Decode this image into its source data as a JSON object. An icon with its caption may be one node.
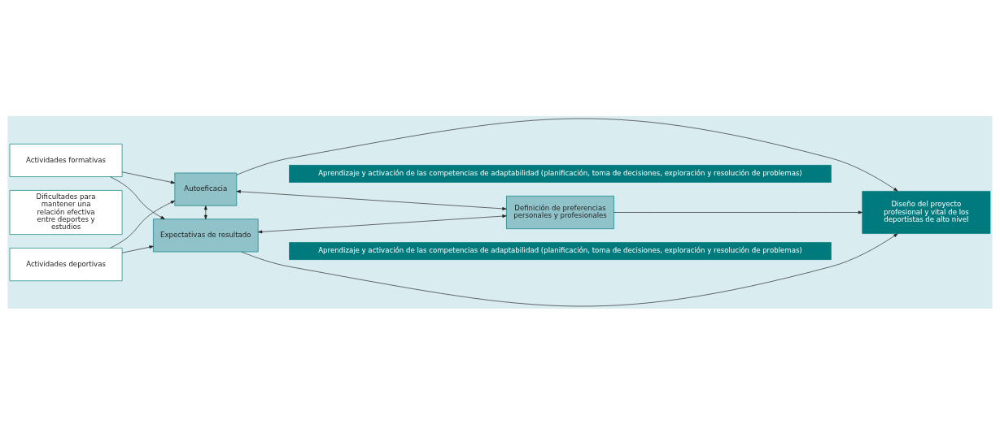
{
  "diagram": {
    "nodes": [
      {
        "text": [
          "Aprendizaje y activación de las competencias de adaptabilidad (planificación, toma de decisiones, exploración y resolución de problemas)"
        ]
      },
      {
        "text": [
          "Actividades formativas"
        ]
      },
      {
        "text": [
          "Autoeficacia"
        ]
      },
      {
        "text": [
          "Dificultades para mantener una relación efectiva entre deportes y estudios"
        ]
      },
      {
        "text": [
          "Definición de preferencias personales y profesionales"
        ]
      },
      {
        "text": [
          "Diseño del proyecto profesional y vital de los deportistas de alto nivel"
        ]
      },
      {
        "text": [
          "Actividades deportivas"
        ]
      },
      {
        "text": [
          "Expectativas de resultado"
        ]
      },
      {
        "text": [
          "Aprendizaje y activación de las competencias de adaptabilidad (planificación, toma de decisiones, exploración y resolución de problemas)"
        ]
      }
    ],
    "edges": [
      {
        "from": 1,
        "to": 2,
        "arrow": "to"
      },
      {
        "from": 1,
        "to": 7,
        "arrow": "to"
      },
      {
        "from": 6,
        "to": 2,
        "arrow": "to"
      },
      {
        "from": 6,
        "to": 7,
        "arrow": "to"
      },
      {
        "from": 2,
        "to": 7,
        "arrow": "both"
      },
      {
        "from": 2,
        "to": 4,
        "arrow": "both"
      },
      {
        "from": 7,
        "to": 4,
        "arrow": "both"
      },
      {
        "from": 2,
        "to": 5,
        "arrow": "to"
      },
      {
        "from": 4,
        "to": 5,
        "arrow": "to"
      },
      {
        "from": 7,
        "to": 5,
        "arrow": "to"
      }
    ]
  }
}
